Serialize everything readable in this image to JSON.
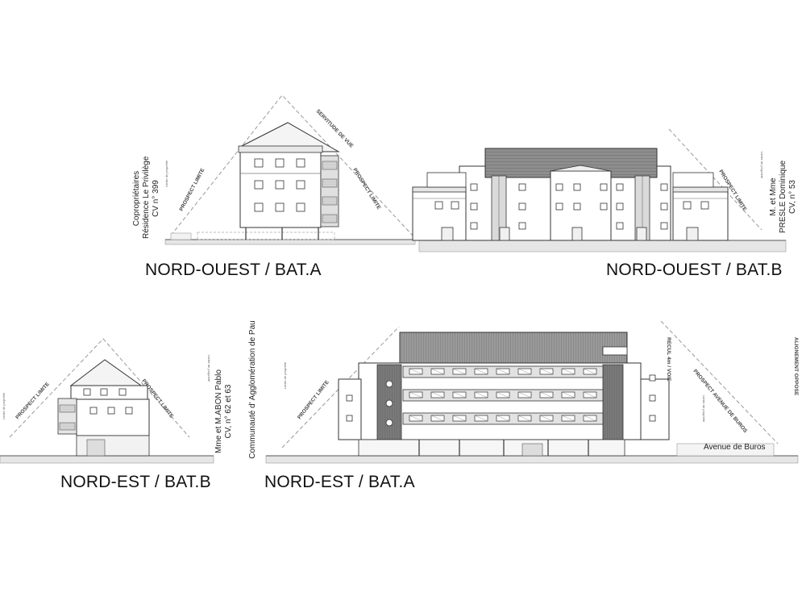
{
  "titles": {
    "no_a": "NORD-OUEST / BAT.A",
    "no_b": "NORD-OUEST / BAT.B",
    "ne_b": "NORD-EST / BAT.B",
    "ne_a": "NORD-EST / BAT.A"
  },
  "owners": {
    "coproprietaires": [
      "Copropriétaires",
      "Résidence Le Privilège",
      "CV n° 399"
    ],
    "presle": [
      "M. et Mme",
      "PRESLE Dominique",
      "CV, n° 53"
    ],
    "abon": [
      "Mme et M.ABON Pablo",
      "CV, n° 62 et 63"
    ],
    "communaute": "Communauté d' Agglomération de Pau"
  },
  "annotations": {
    "prospect_limite": "PROSPECT LIMITE",
    "servitude_de_vue": "SERVITUDE DE VUE",
    "prospect_avenue": "PROSPECT AVENUE DE BUROS",
    "recul": "RECUL 4m / VOIE",
    "alignement": "ALIGNEMENT OPPOSE",
    "limite_propriete": "Limite de propriété",
    "avenue_de_buros": "Avenue de Buros"
  }
}
